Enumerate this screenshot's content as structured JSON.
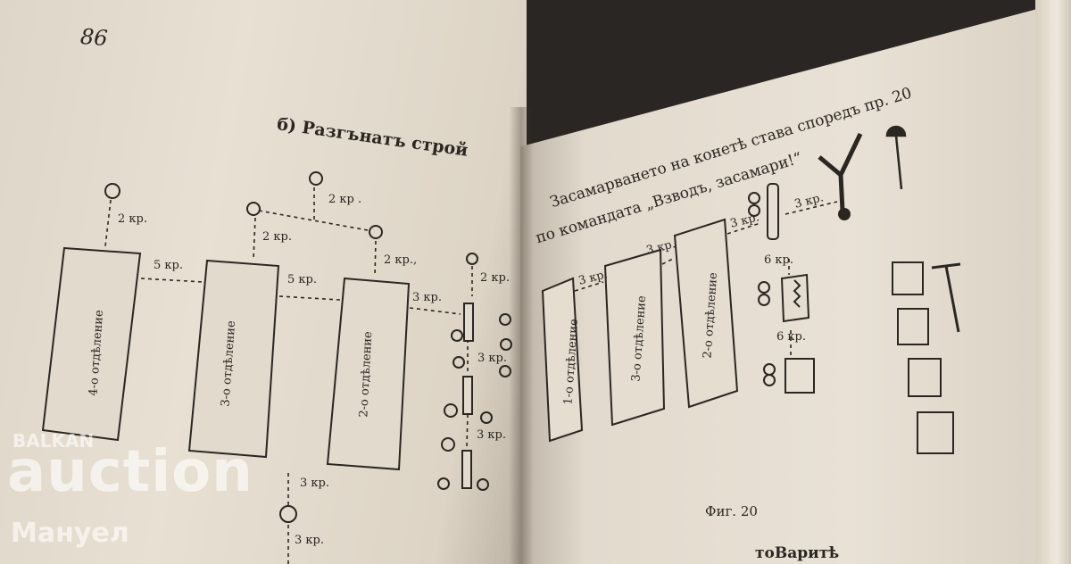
{
  "book": {
    "left_page": {
      "page_number": "86",
      "heading": "б) Разгънатъ строй",
      "boxes": [
        "4-о отдѣление",
        "3-о отдѣление",
        "2-о отдѣление"
      ],
      "distances": {
        "d_top_left": "2 кр.",
        "d_between_4_3": "5 кр.",
        "d_between_3_2": "5 кр.",
        "d_top_3": "2 кр.",
        "d_top_mid": "2 кр .",
        "d_top_2": "2 кр.,",
        "d_right_2": "3 кр.",
        "d_right_top": "2 кр.",
        "d_right_mid": "3 кр.",
        "d_right_low": "3 кр.",
        "d_bottom_1": "3 кр.",
        "d_bottom_2": "3 кр."
      }
    },
    "right_page": {
      "text_line_1": "Засамарването на конетѣ става споредъ пр. 20",
      "text_line_2": "по командата „Взводъ, засамари!“",
      "boxes": [
        "1-о отдѣление",
        "3-о отдѣление",
        "2-о отдѣление"
      ],
      "distances": {
        "r_1": "3 кр.",
        "r_2": "3 кр.",
        "r_3": "3 кр.",
        "r_4": "3 кр.",
        "r_5": "6 кр.",
        "r_6": "6 кр."
      },
      "figure_caption": "Фиг. 20",
      "bottom_fragment": "тоВаритѣ"
    }
  },
  "watermark": {
    "line1": "BALKAN",
    "line2": "auction",
    "line3": "Мануел"
  }
}
